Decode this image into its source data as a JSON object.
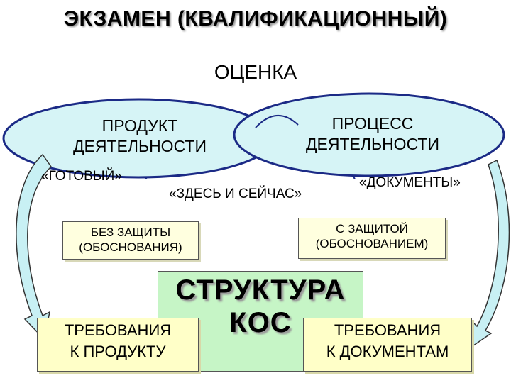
{
  "title": "ЭКЗАМЕН (КВАЛИФИКАЦИОННЫЙ)",
  "evaluation": "ОЦЕНКА",
  "ellipse_left": {
    "line1": "ПРОДУКТ",
    "line2": "ДЕЯТЕЛЬНОСТИ"
  },
  "ellipse_right": {
    "line1": "ПРОЦЕСС",
    "line2": "ДЕЯТЕЛЬНОСТИ"
  },
  "labels": {
    "ready": "«ГОТОВЫЙ»",
    "here_now": "«ЗДЕСЬ И СЕЙЧАС»",
    "documents": "«ДОКУМЕНТЫ»"
  },
  "box_without": {
    "line1": "БЕЗ ЗАЩИТЫ",
    "line2": "(ОБОСНОВАНИЯ)"
  },
  "box_with": {
    "line1": "С ЗАЩИТОЙ",
    "line2": "(ОБОСНОВАНИЕМ)"
  },
  "structure": {
    "line1": "СТРУКТУРА",
    "line2": "КОС"
  },
  "req_product": {
    "line1": "ТРЕБОВАНИЯ",
    "line2": "К ПРОДУКТУ"
  },
  "req_documents": {
    "line1": "ТРЕБОВАНИЯ",
    "line2": "К ДОКУМЕНТАМ"
  },
  "colors": {
    "ellipse_fill": "#d6f4f6",
    "ellipse_stroke": "#1b2a86",
    "box_fill": "#ffffdf",
    "green_fill": "#c6f5c6",
    "yellow_fill": "#ffffc8",
    "arrow_fill": "#c8f0f4"
  }
}
